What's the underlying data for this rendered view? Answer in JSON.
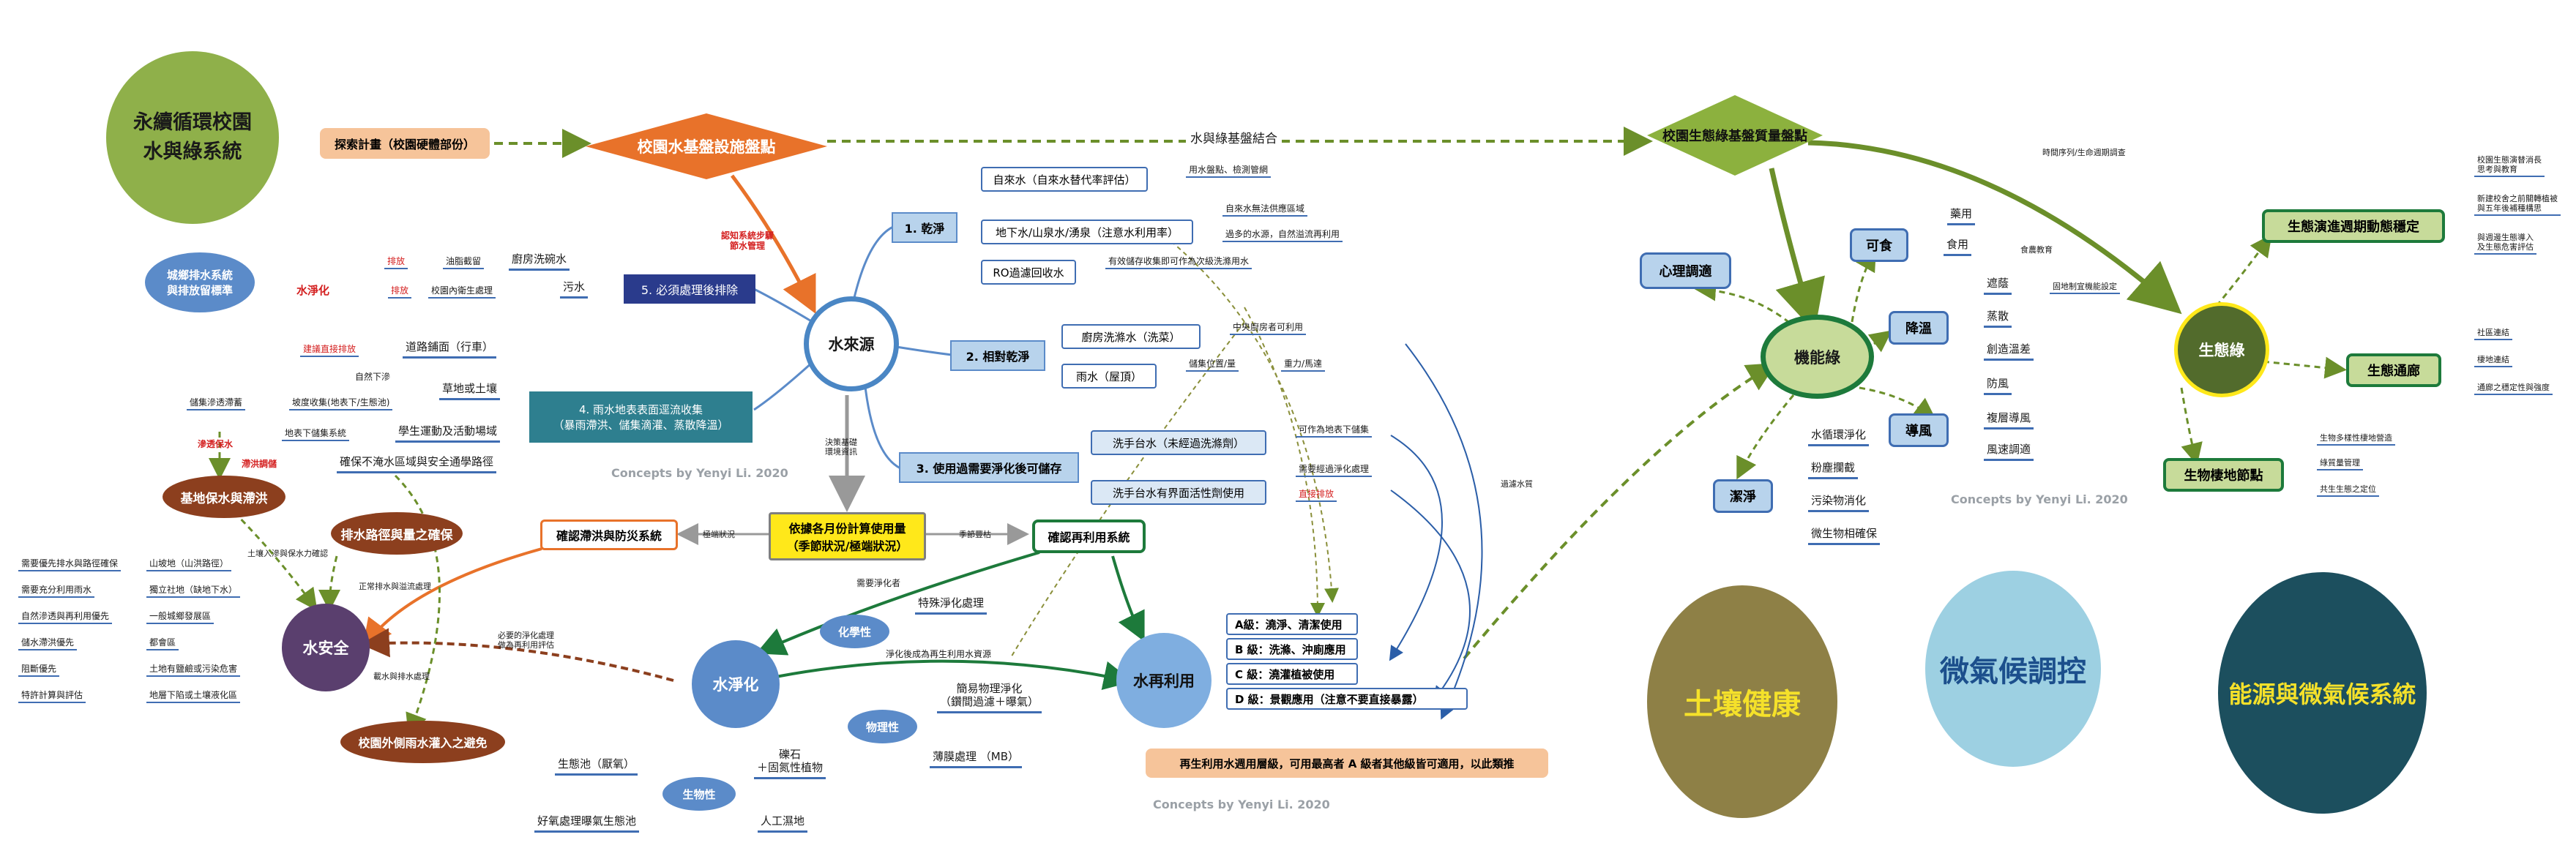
{
  "title": "永續循環校園\n水與綠系統",
  "plan": "探索計畫（校園硬體部份）",
  "infra_diamond": "校園水基盤設施盤點",
  "eco_diamond": "校園生態綠基盤質量盤點",
  "link_label": "水與綠基盤結合",
  "time_label": "時間序列/生命週期調查",
  "step_label": "認知系統步驟\n節水管理",
  "water_source": "水來源",
  "categories": {
    "c1": "1. 乾淨",
    "c2": "2. 相對乾淨",
    "c3": "3. 使用過需要淨化後可儲存",
    "c4": "4. 雨水地表表面逕流收集\n（暴雨滯洪、儲集滴灌、蒸散降溫）",
    "c5": "5. 必須處理後排除"
  },
  "clean": {
    "tap": "自來水（自來水替代率評估）",
    "tap_note": "用水盤點、檢測管網",
    "ground": "地下水/山泉水/湧泉（注意水利用率）",
    "ground_note1": "自來水無法供應區域",
    "ground_note2": "過多的水源，自然溢流再利用",
    "ro": "RO過濾回收水",
    "ro_note": "有效儲存收集即可作為次級洗滌用水"
  },
  "rel_clean": {
    "kitchen": "廚房洗滌水（洗菜）",
    "kitchen_note": "中央廚房者可利用",
    "rain": "雨水（屋頂）",
    "rain_note1": "儲集位置/量",
    "rain_note2": "重力/馬達"
  },
  "grey": {
    "basin": "洗手台水（未經過洗滌劑）",
    "basin_note": "可作為地表下儲集",
    "basin_det": "洗手台水有界面活性劑使用",
    "det_note1": "需要經過淨化處理",
    "det_note2": "直接排放",
    "filter_label": "過濾水質"
  },
  "discharge": {
    "kitchen_wash": "廚房洗碗水",
    "sewage": "污水",
    "oil": "油脂截留",
    "treat": "校園內衛生處理",
    "emit1": "排放",
    "emit2": "排放"
  },
  "urban": "城鄉排水系統\n與排放留標準",
  "hydro": "水淨化",
  "runoff": {
    "road": "道路鋪面（行車）",
    "direct": "建議直接排放",
    "grass": "草地或土壤",
    "nat": "自然下滲",
    "slope": "坡度收集(地表下/生態池)",
    "detain": "儲集滲透滯蓄",
    "move": "學生運動及活動場域",
    "under": "地表下儲集系統",
    "safe": "確保不淹水區域與安全通學路徑",
    "seep": "滲透保水",
    "flood": "滯洪調儲"
  },
  "nodes": {
    "base_flood": "基地保水與滯洪",
    "drain": "排水路徑與量之確保",
    "safety": "水安全",
    "outside": "校園外側雨水灌入之避免",
    "confirm_flood": "確認滯洪與防災系統",
    "compute": "依據各月份計算使用量\n（季節狀況/極端狀況）",
    "confirm_reuse": "確認再利用系統",
    "purify": "水淨化",
    "reuse": "水再利用",
    "chem": "化學性",
    "phys": "物理性",
    "bio": "生物性"
  },
  "edge_labels": {
    "decide": "決策基礎\n環境資訊",
    "extreme": "極端狀況",
    "season": "季節豐枯",
    "need_purify": "需要淨化者",
    "after_purify": "淨化後成為再生利用水資源",
    "soil_infil": "土壤入滲與保水力確認",
    "normal_drain": "正常排水與溢流處理",
    "purify_need": "必要的淨化處理\n做為再利用評估",
    "ext_flood": "載水與排水處理"
  },
  "safety_list": [
    [
      "需要優先排水與路徑確保",
      "山坡地（山洪路徑）"
    ],
    [
      "需要充分利用雨水",
      "獨立社地（缺地下水）"
    ],
    [
      "自然滲透與再利用優先",
      "一般城鄉發展區"
    ],
    [
      "儲水滯洪優先",
      "都會區"
    ],
    [
      "阻斷優先",
      "土地有鹽鹼或污染危害"
    ],
    [
      "特許計算與評估",
      "地層下陷或土壤液化區"
    ]
  ],
  "treatments": {
    "chem": "特殊淨化處理",
    "phys1": "簡易物理淨化\n（鑽間過濾＋曝氣）",
    "phys2": "薄膜處理 （MB）",
    "bio1": "生態池（厭氧）",
    "bio2": "礫石\n＋固氮性植物",
    "bio3": "好氧處理曝氣生態池",
    "bio4": "人工濕地"
  },
  "reuse_grades": [
    "A級：澆淨、清潔使用",
    "B 級：洗滌、沖廁應用",
    "C 級：澆灌植被使用",
    "D 級：景觀應用（注意不要直接暴露）"
  ],
  "reuse_note": "再生利用水週用層級，可用最高者 A 級者其他級皆可適用，以此類推",
  "watermark": "Concepts by Yenyi Li. 2020",
  "green": {
    "mind": "心理調適",
    "func": "機能綠",
    "edible": "可食",
    "medicine": "藥用",
    "food": "食用",
    "food_edu": "食農教育",
    "cool": "降溫",
    "shade": "遮蔭",
    "shade_note": "固地制宜機能設定",
    "evap": "蒸散",
    "create": "創造溫差",
    "wind": "導風",
    "windproof": "防風",
    "collect": "複層導風",
    "speed": "風速調適",
    "clean": "潔淨",
    "cycle": "水循環淨化",
    "dust": "粉塵攔截",
    "pollut": "污染物消化",
    "micro": "微生物相確保"
  },
  "eco": {
    "core": "生態綠",
    "dynamic": "生態演進週期動態穩定",
    "d1": "校園生態演替消長\n思考與教育",
    "d2": "新建校舍之前關轉植被\n與五年後補種構思",
    "d3": "與週邊生態導入\n及生態危害評估",
    "corridor": "生態通廊",
    "c1": "社區連結",
    "c2": "棲地連結",
    "c3": "通廊之穩定性與強度",
    "habitat": "生物棲地節點",
    "h1": "生物多樣性棲地營造",
    "h2": "綠質量管理",
    "h3": "共生生態之定位"
  },
  "bubbles": {
    "soil": "土壤健康",
    "micro": "微氣候調控",
    "energy": "能源與微氣候系統"
  },
  "colors": {
    "title_circle": "#8fb04a",
    "orange": "#e8722a",
    "green_diamond": "#8cb13e",
    "blue_node": "#5b8bc9",
    "light_blue": "#b8d3ec",
    "dark_teal": "#2e7f8f",
    "navy": "#2a3b8c",
    "purple": "#5a3f6e",
    "brown": "#8c3f1e",
    "yellow": "#ffe81a",
    "eco_green": "#526b2c",
    "light_green": "#c7db9a",
    "soil": "#8e8046",
    "micro": "#9dd0e2",
    "energy": "#1c4f5e"
  }
}
